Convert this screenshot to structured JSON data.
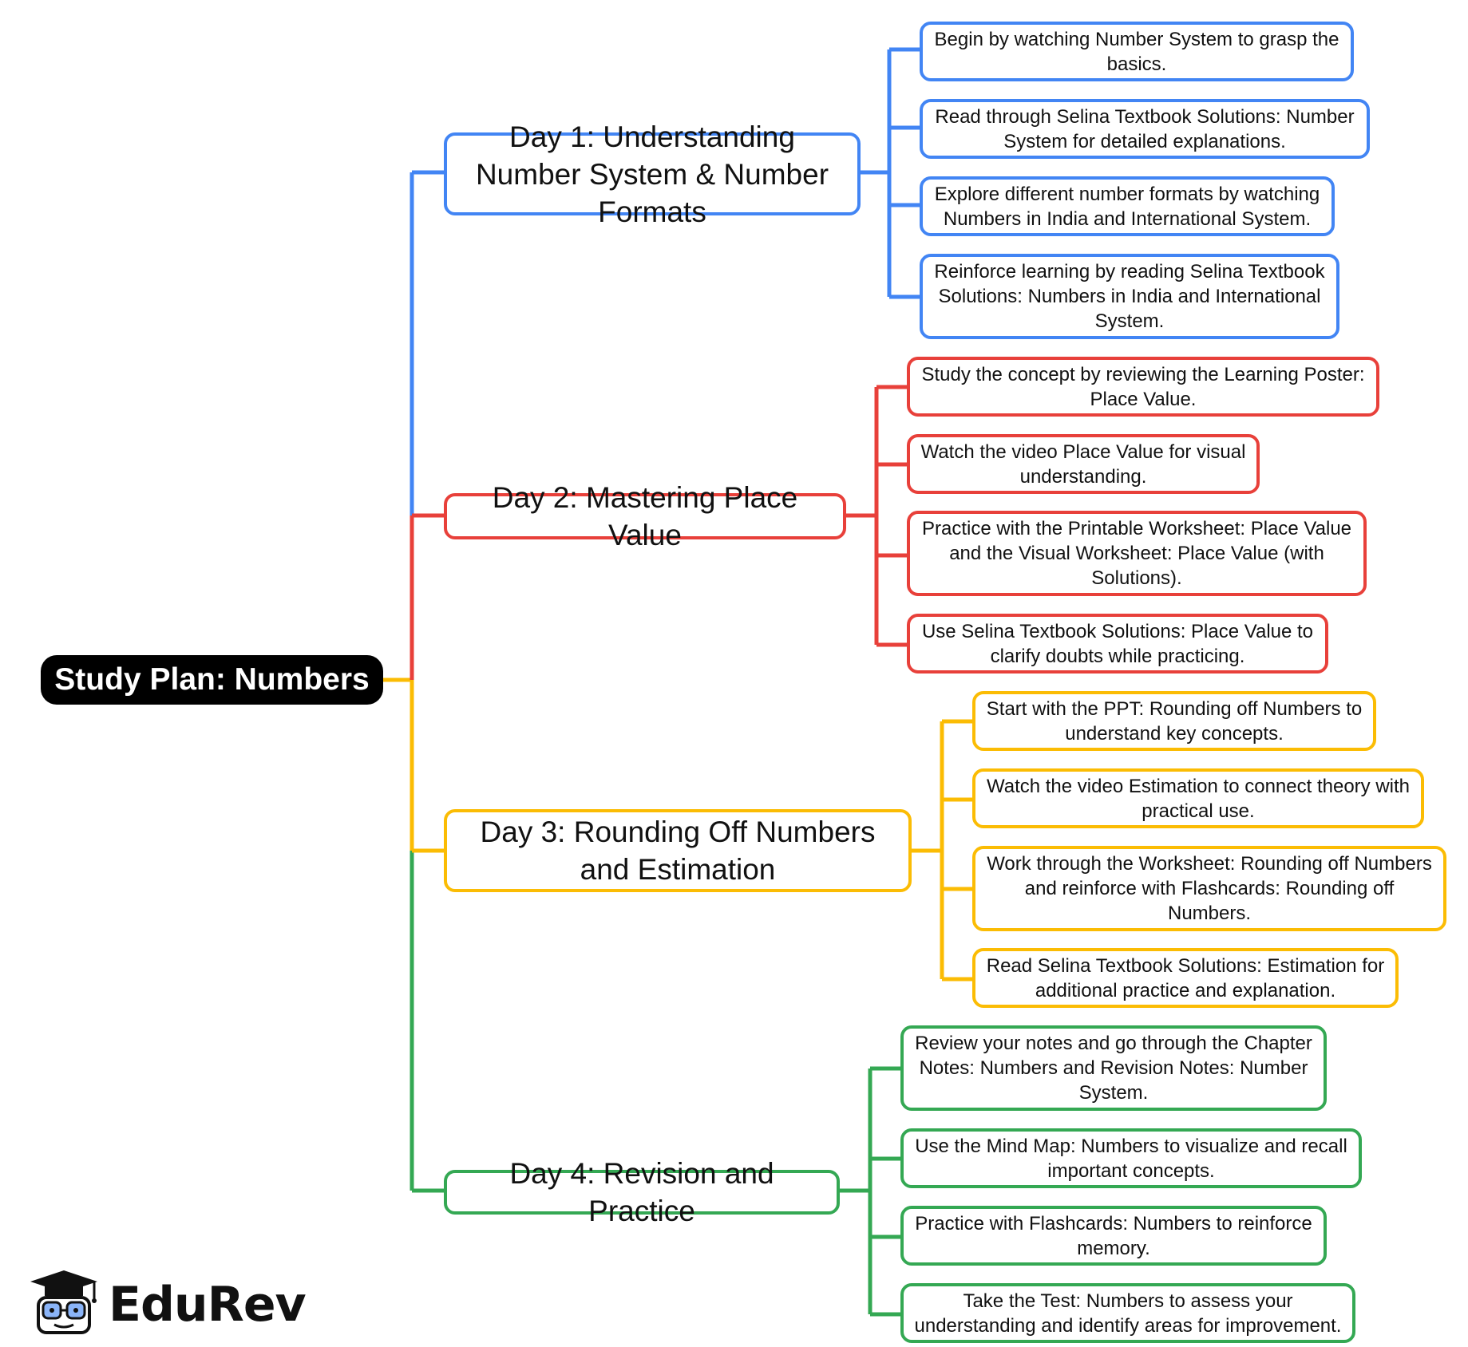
{
  "root": {
    "label": "Study Plan: Numbers"
  },
  "colors": {
    "day1": "#4285f4",
    "day2": "#e8403a",
    "day3": "#fbbc04",
    "day4": "#34a853"
  },
  "days": [
    {
      "title": "Day 1: Understanding Number System & Number Formats",
      "tasks": [
        "Begin by watching Number System to grasp the basics.",
        "Read through Selina Textbook Solutions: Number System for detailed explanations.",
        "Explore different number formats by watching Numbers in India and International System.",
        "Reinforce learning by reading Selina Textbook Solutions: Numbers in India and International System."
      ]
    },
    {
      "title": "Day 2: Mastering Place Value",
      "tasks": [
        "Study the concept by reviewing the Learning Poster: Place Value.",
        "Watch the video Place Value for visual understanding.",
        "Practice with the Printable Worksheet: Place Value and the Visual Worksheet: Place Value (with Solutions).",
        "Use Selina Textbook Solutions: Place Value to clarify doubts while practicing."
      ]
    },
    {
      "title": "Day 3: Rounding Off Numbers and Estimation",
      "tasks": [
        "Start with the PPT: Rounding off Numbers to understand key concepts.",
        "Watch the video Estimation to connect theory with practical use.",
        "Work through the Worksheet: Rounding off Numbers and reinforce with Flashcards: Rounding off Numbers.",
        "Read Selina Textbook Solutions: Estimation for additional practice and explanation."
      ]
    },
    {
      "title": "Day 4: Revision and Practice",
      "tasks": [
        "Review your notes and go through the Chapter Notes: Numbers and Revision Notes: Number System.",
        "Use the Mind Map: Numbers to visualize and recall important concepts.",
        "Practice with Flashcards: Numbers to reinforce memory.",
        "Take the Test: Numbers to assess your understanding and identify areas for improvement."
      ]
    }
  ],
  "brand": {
    "name": "EduRev"
  }
}
